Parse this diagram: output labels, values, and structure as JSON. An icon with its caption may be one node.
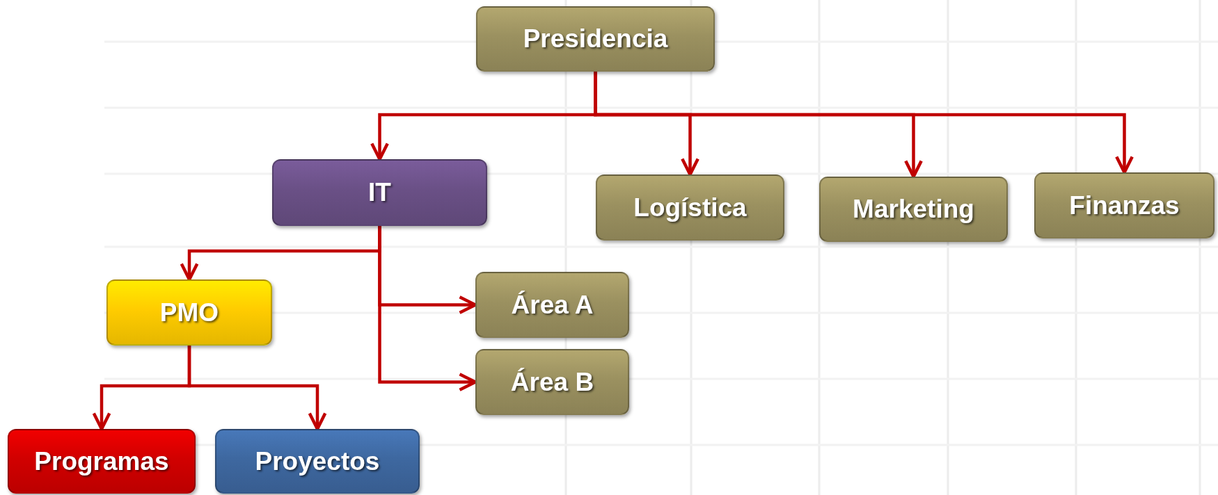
{
  "diagram": {
    "nodes": [
      {
        "text": [
          "Presidencia"
        ]
      },
      {
        "text": [
          "IT"
        ]
      },
      {
        "text": [
          "Logística"
        ]
      },
      {
        "text": [
          "Marketing"
        ]
      },
      {
        "text": [
          "Finanzas"
        ]
      },
      {
        "text": [
          "PMO"
        ]
      },
      {
        "text": [
          "Área A"
        ]
      },
      {
        "text": [
          "Área B"
        ]
      },
      {
        "text": [
          "Programas"
        ]
      },
      {
        "text": [
          "Proyectos"
        ]
      }
    ],
    "edges": [
      {
        "from": 0,
        "to": 1,
        "arrow": "to"
      },
      {
        "from": 0,
        "to": 2,
        "arrow": "to"
      },
      {
        "from": 0,
        "to": 3,
        "arrow": "to"
      },
      {
        "from": 0,
        "to": 4,
        "arrow": "to"
      },
      {
        "from": 1,
        "to": 5,
        "arrow": "to"
      },
      {
        "from": 1,
        "to": 6,
        "arrow": "to"
      },
      {
        "from": 1,
        "to": 7,
        "arrow": "to"
      },
      {
        "from": 5,
        "to": 8,
        "arrow": "to"
      },
      {
        "from": 5,
        "to": 9,
        "arrow": "to"
      }
    ]
  }
}
